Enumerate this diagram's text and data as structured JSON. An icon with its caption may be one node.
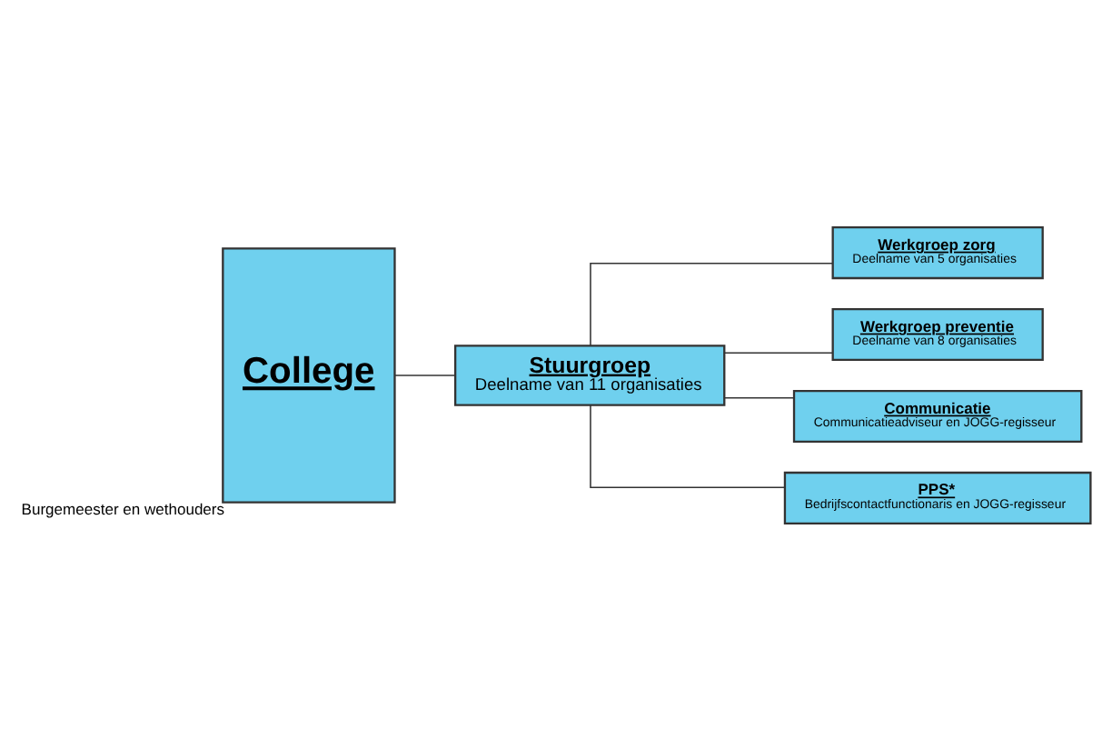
{
  "diagram": {
    "nodes": [
      {
        "text": [
          "College"
        ],
        "beside": [
          "Burgemeester en wethouders"
        ]
      },
      {
        "text": [
          "Stuurgroep",
          "Deelname van 11 organisaties"
        ]
      },
      {
        "text": [
          "Werkgroep zorg",
          "Deelname van 5 organisaties"
        ]
      },
      {
        "text": [
          "Werkgroep preventie",
          "Deelname van 8 organisaties"
        ]
      },
      {
        "text": [
          "Communicatie",
          "Communicatieadviseur en JOGG-regisseur"
        ]
      },
      {
        "text": [
          "PPS*",
          "Bedrijfscontactfunctionaris en JOGG-regisseur"
        ]
      }
    ],
    "edges": [
      {
        "from": 0,
        "to": 1,
        "arrow": "none"
      },
      {
        "from": 1,
        "to": 2,
        "arrow": "none"
      },
      {
        "from": 1,
        "to": 3,
        "arrow": "none"
      },
      {
        "from": 1,
        "to": 4,
        "arrow": "none"
      },
      {
        "from": 1,
        "to": 5,
        "arrow": "none"
      }
    ]
  }
}
